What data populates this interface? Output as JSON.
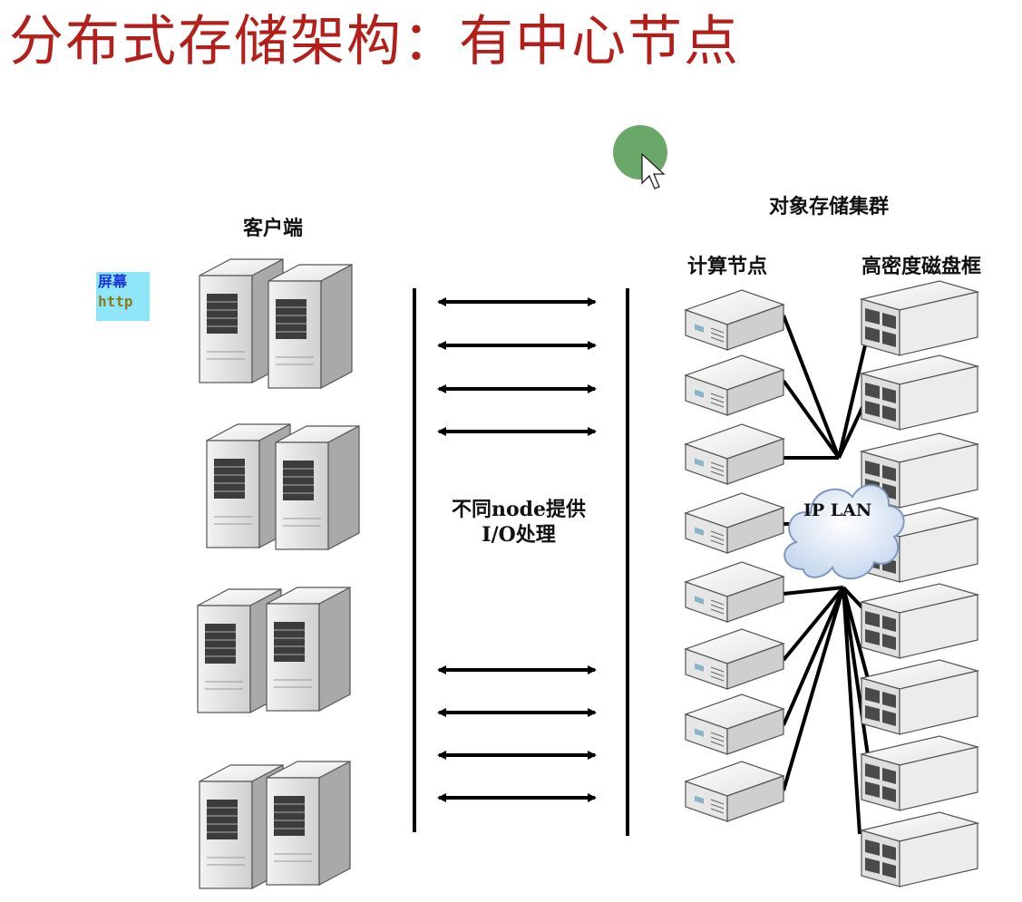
{
  "title": "分布式存储架构：有中心节点",
  "labels": {
    "client": "客户端",
    "cluster": "对象存储集群",
    "compute": "计算节点",
    "disk": "高密度磁盘框",
    "io_line1": "不同node提供",
    "io_line2": "I/O处理",
    "lan": "IP LAN"
  },
  "watermark": {
    "line1": "屏幕",
    "line2": "http"
  },
  "icons": {
    "client_servers": "tower-server-pair-icon",
    "compute_nodes": "rack-server-icon",
    "disk_enclosures": "disk-enclosure-icon",
    "network": "cloud-icon",
    "cursor": "mouse-pointer-icon"
  },
  "colors": {
    "title": "#b3201c",
    "cursor_highlight": "#6aa86a",
    "watermark_bg": "#8fe6fb"
  }
}
